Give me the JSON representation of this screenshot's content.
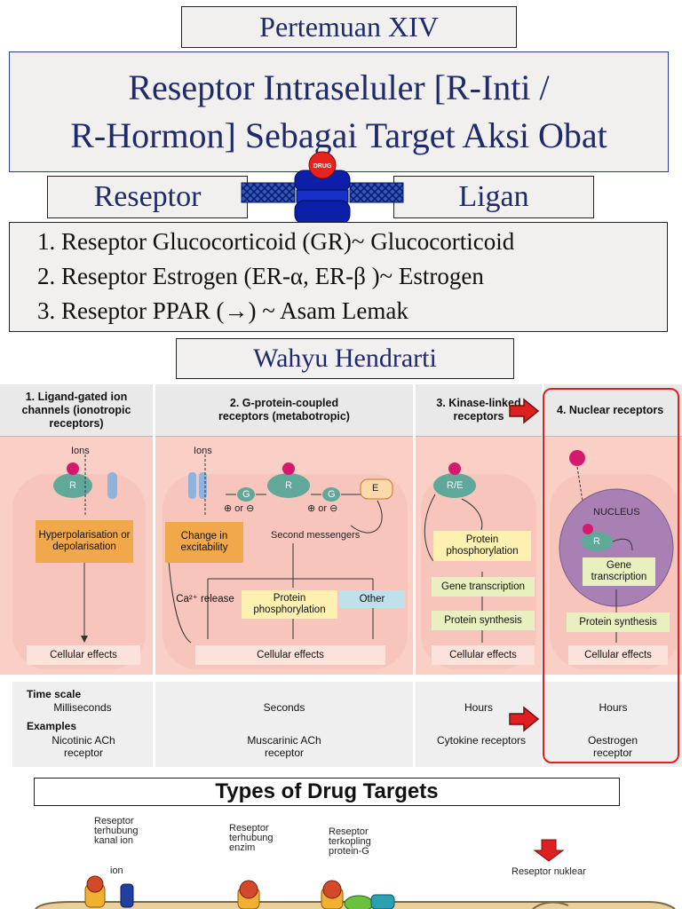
{
  "slide": {
    "meeting": "Pertemuan XIV",
    "title_line1": "Reseptor Intraseluler [R-Inti /",
    "title_line2": "R-Hormon] Sebagai Target Aksi Obat",
    "left_label": "Reseptor",
    "right_label": "Ligan",
    "drug_label": "DRUG",
    "items": [
      "1. Reseptor Glucocorticoid (GR)~ Glucocorticoid",
      "2. Reseptor Estrogen (ER-α, ER-β )~ Estrogen",
      "3. Reseptor PPAR (→) ~ Asam Lemak"
    ],
    "author": "Wahyu Hendrarti"
  },
  "figure": {
    "headers": [
      "1. Ligand-gated ion channels (ionotropic receptors)",
      "2. G-protein-coupled receptors (metabotropic)",
      "3. Kinase-linked receptors",
      "4. Nuclear receptors"
    ],
    "col1": {
      "ions": "Ions",
      "r": "R",
      "box": "Hyperpolarisation or depolarisation",
      "effects": "Cellular effects"
    },
    "col2": {
      "ions": "Ions",
      "g1": "G",
      "g2": "G",
      "r": "R",
      "e": "E",
      "pm1": "⊕ or ⊖",
      "pm2": "⊕ or ⊖",
      "change": "Change in excitability",
      "second": "Second messengers",
      "ca": "Ca²⁺ release",
      "protein": "Protein phosphorylation",
      "other": "Other",
      "effects": "Cellular effects"
    },
    "col3": {
      "re": "R/E",
      "prot": "Protein phosphorylation",
      "gene": "Gene transcription",
      "synth": "Protein synthesis",
      "effects": "Cellular effects"
    },
    "col4": {
      "nucleus": "NUCLEUS",
      "r": "R",
      "gene": "Gene transcription",
      "synth": "Protein synthesis",
      "effects": "Cellular effects"
    },
    "time_scale_label": "Time scale",
    "examples_label": "Examples",
    "times": [
      "Milliseconds",
      "Seconds",
      "Hours",
      "Hours"
    ],
    "examples": [
      "Nicotinic ACh receptor",
      "Muscarinic ACh receptor",
      "Cytokine receptors",
      "Oestrogen receptor"
    ]
  },
  "drug_targets": {
    "title": "Types of Drug Targets",
    "labels": [
      "Reseptor terhubung kanal ion",
      "Reseptor terhubung enzim",
      "Reseptor terkopling protein-G",
      "Reseptor nuklear"
    ],
    "ion": "ion"
  },
  "colors": {
    "navy": "#1f2a6b",
    "panel_pink": "#f9cfc6",
    "highlight_red": "#e02020",
    "receptor_teal": "#5fa89a",
    "ligand_magenta": "#d6186f"
  }
}
